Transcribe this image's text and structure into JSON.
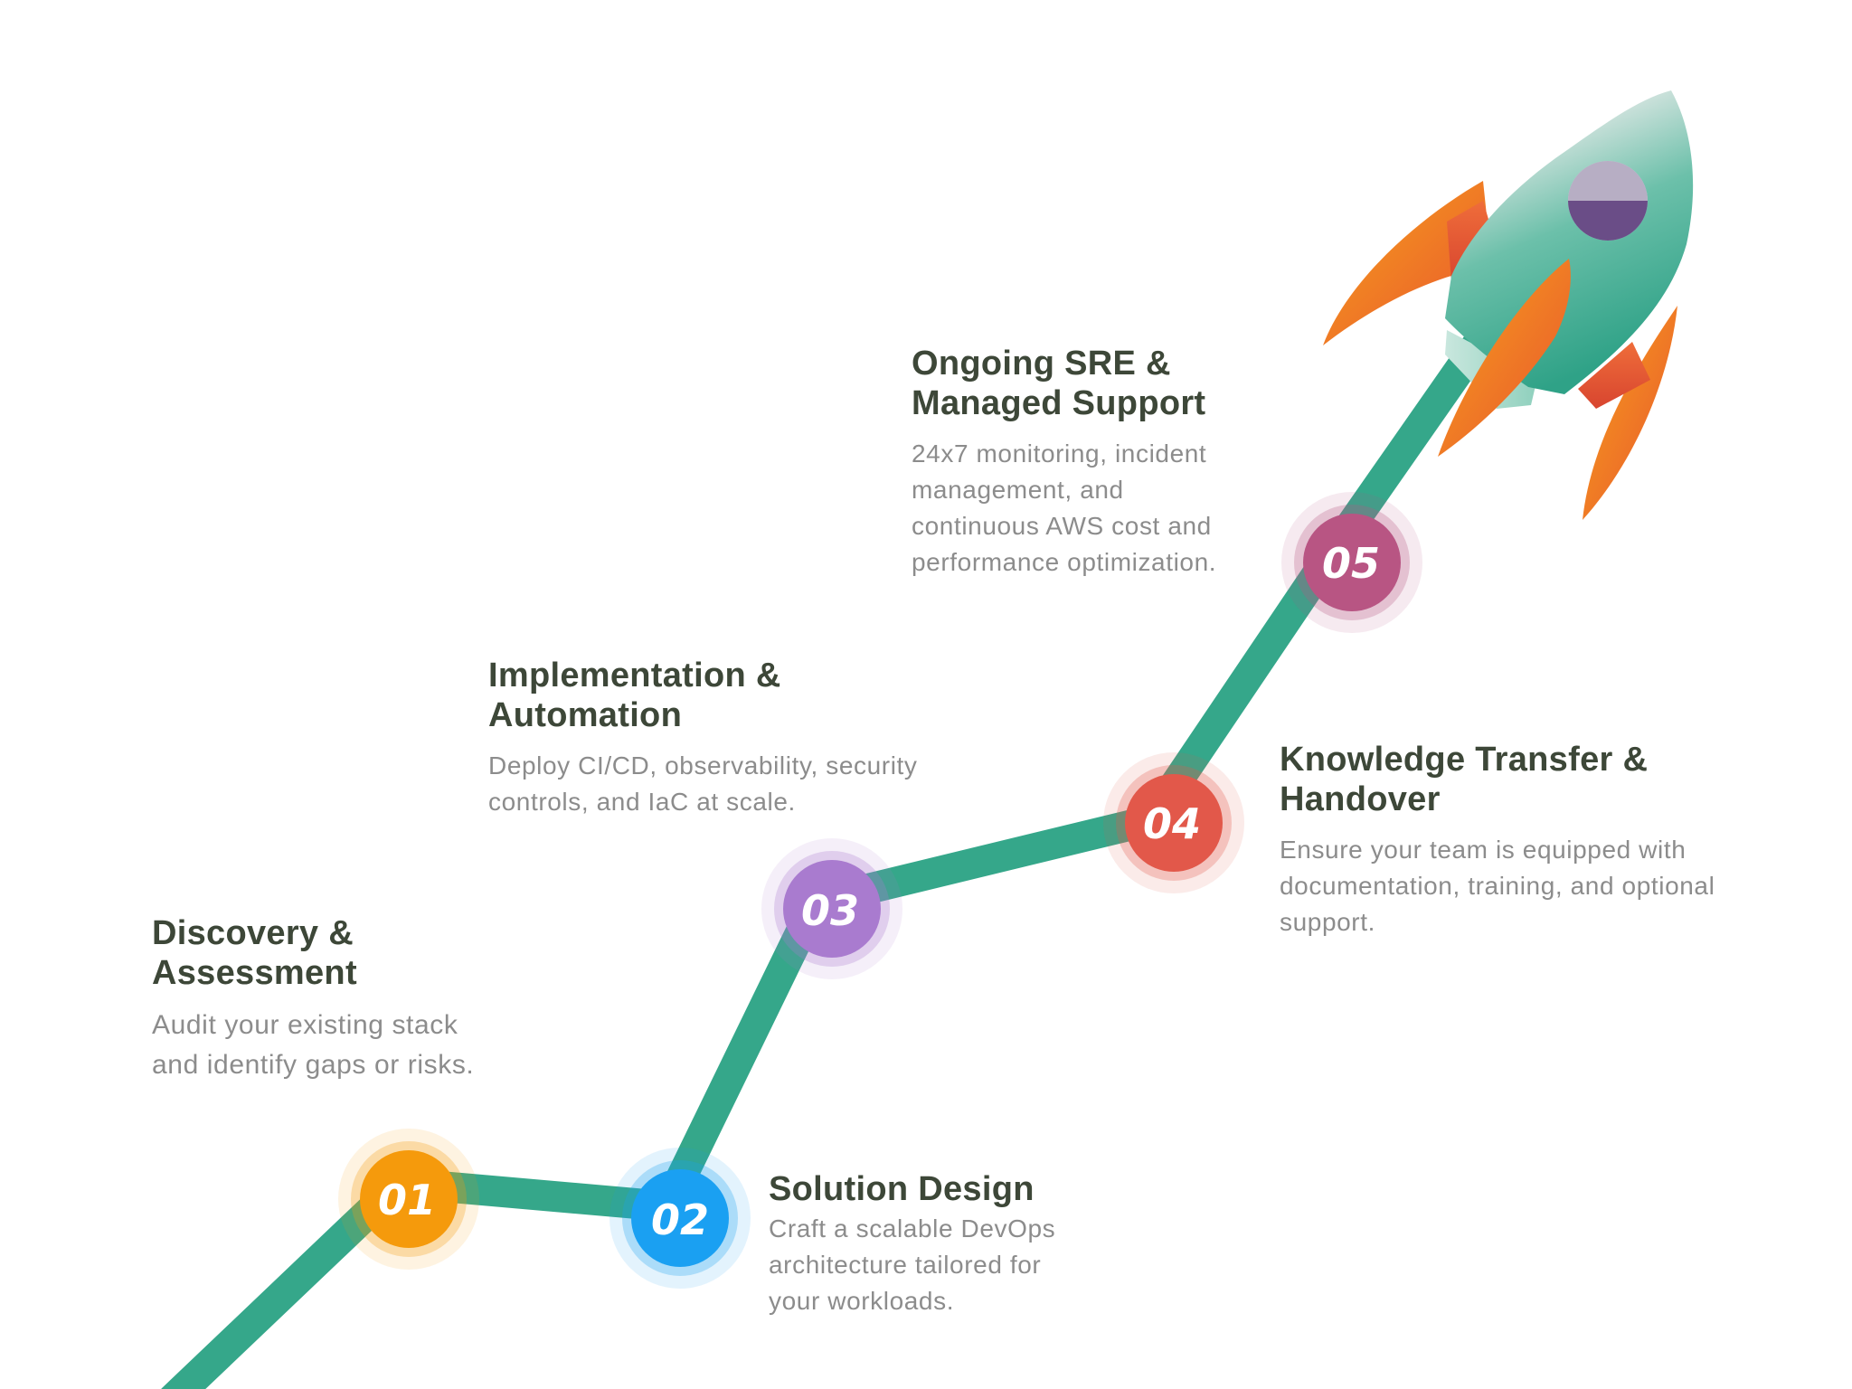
{
  "steps": [
    {
      "number": "01",
      "title": "Discovery &\nAssessment",
      "description": "Audit your existing stack\nand identify gaps or risks.",
      "color": "#f59a0c"
    },
    {
      "number": "02",
      "title": "Solution Design",
      "description": "Craft a scalable DevOps\narchitecture tailored for\nyour workloads.",
      "color": "#1aa0f2"
    },
    {
      "number": "03",
      "title": "Implementation &\nAutomation",
      "description": "Deploy CI/CD, observability, security\ncontrols, and IaC at scale.",
      "color": "#a97bcf"
    },
    {
      "number": "04",
      "title": "Knowledge Transfer &\nHandover",
      "description": "Ensure your team is equipped with\ndocumentation, training, and optional\nsupport.",
      "color": "#e2584a"
    },
    {
      "number": "05",
      "title": "Ongoing SRE &\nManaged Support",
      "description": "24x7 monitoring, incident\nmanagement, and\ncontinuous AWS cost and\nperformance optimization.",
      "color": "#b85583"
    }
  ],
  "colors": {
    "path": "#35a78a",
    "title_text": "#3d4738",
    "body_text": "#8c8c8c",
    "rocket_body": "#2fa287",
    "rocket_nose": "#e6e6e6",
    "rocket_window": "#6a4d87",
    "rocket_fin": "#f08a22"
  },
  "icons": {
    "rocket": "rocket-icon"
  }
}
